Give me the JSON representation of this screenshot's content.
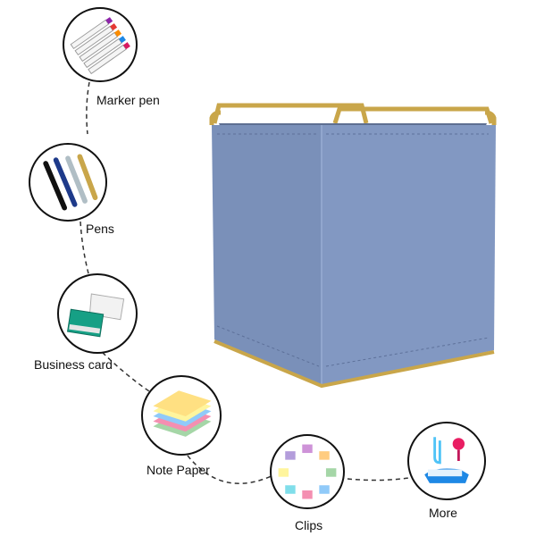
{
  "items": [
    {
      "label": "Marker pen",
      "icon": "marker-pens-icon"
    },
    {
      "label": "Pens",
      "icon": "pens-icon"
    },
    {
      "label": "Business card",
      "icon": "business-card-icon"
    },
    {
      "label": "Note Paper",
      "icon": "note-paper-icon"
    },
    {
      "label": "Clips",
      "icon": "binder-clips-icon"
    },
    {
      "label": "More",
      "icon": "stationery-more-icon"
    }
  ],
  "colors": {
    "holder_blue": "#7d95bf",
    "gold_frame": "#c9a64a",
    "outline": "#111111"
  }
}
